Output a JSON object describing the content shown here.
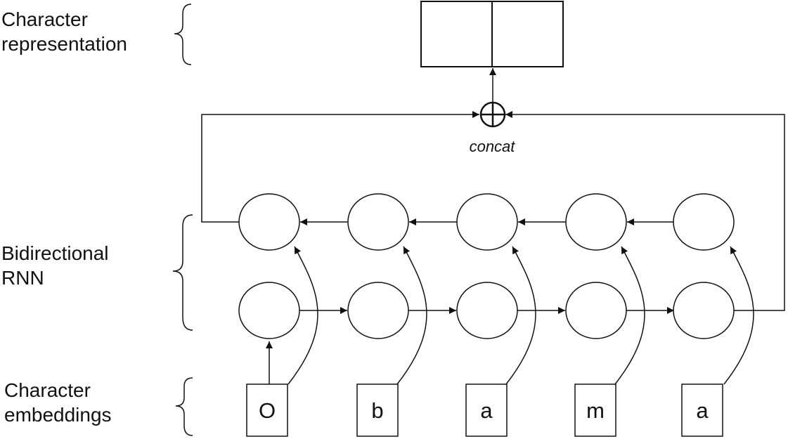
{
  "labels": {
    "character_representation": [
      "Character",
      "representation"
    ],
    "bidirectional_rnn": [
      "Bidirectional",
      "RNN"
    ],
    "character_embeddings": [
      "Character",
      "embeddings"
    ]
  },
  "operator": {
    "label": "concat",
    "symbol": "⊕"
  },
  "characters": [
    "O",
    "b",
    "a",
    "m",
    "a"
  ],
  "colors": {
    "stroke": "#111111",
    "background": "#ffffff"
  }
}
